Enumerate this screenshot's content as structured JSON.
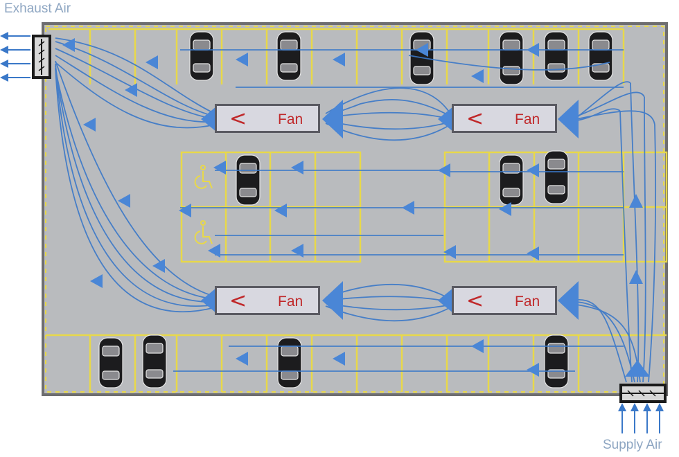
{
  "labels": {
    "exhaust": "Exhaust Air",
    "supply": "Supply Air"
  },
  "fans": [
    {
      "label": "Fan",
      "chevron": "<"
    },
    {
      "label": "Fan",
      "chevron": "<"
    },
    {
      "label": "Fan",
      "chevron": "<"
    },
    {
      "label": "Fan",
      "chevron": "<"
    }
  ],
  "accessible_parking_icons": 2,
  "colors": {
    "floor": "#b9bbbe",
    "parking_lines": "#e8d84a",
    "airflow": "#3a78c8",
    "fan_text": "#c0282a",
    "label_text": "#8ea6c2"
  }
}
